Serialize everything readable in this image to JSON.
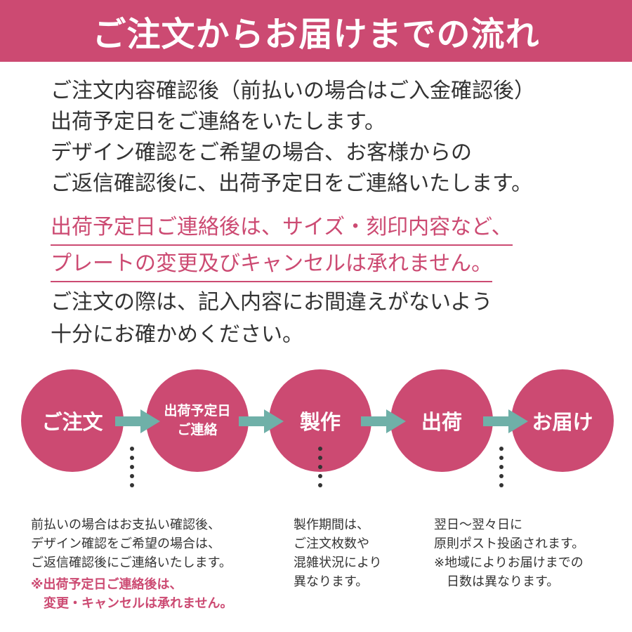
{
  "colors": {
    "accent": "#cc4a72",
    "arrow": "#6fb0a8",
    "text": "#333333"
  },
  "banner": {
    "title": "ご注文からお届けまでの流れ"
  },
  "intro": {
    "lines": [
      "ご注文内容確認後（前払いの場合はご入金確認後）",
      "出荷予定日をご連絡をいたします。",
      "デザイン確認をご希望の場合、お客様からの",
      "ご返信確認後に、出荷予定日をご連絡いたします。"
    ]
  },
  "warning": {
    "lines": [
      "出荷予定日ご連絡後は、サイズ・刻印内容など、",
      "プレートの変更及びキャンセルは承れません。"
    ]
  },
  "check": {
    "lines": [
      "ご注文の際は、記入内容にお間違えがないよう",
      "十分にお確かめください。"
    ]
  },
  "flow": {
    "steps": [
      {
        "label": "ご注文"
      },
      {
        "line1": "出荷予定日",
        "line2": "ご連絡"
      },
      {
        "label": "製作"
      },
      {
        "label": "出荷"
      },
      {
        "label": "お届け"
      }
    ],
    "arrow_icon": "right-arrow-icon"
  },
  "notes": {
    "confirm": {
      "lines": [
        "前払いの場合はお支払い確認後、",
        "デザイン確認をご希望の場合は、",
        "ご返信確認後にご連絡いたします。"
      ],
      "warning_lines": [
        "※出荷予定日ご連絡後は、",
        "　変更・キャンセルは承れません。"
      ]
    },
    "production": {
      "lines": [
        "製作期間は、",
        "ご注文枚数や",
        "混雑状況により",
        "異なります。"
      ]
    },
    "shipping": {
      "lines": [
        "翌日〜翌々日に",
        "原則ポスト投函されます。",
        "※地域によりお届けまでの",
        "　日数は異なります。"
      ]
    }
  }
}
